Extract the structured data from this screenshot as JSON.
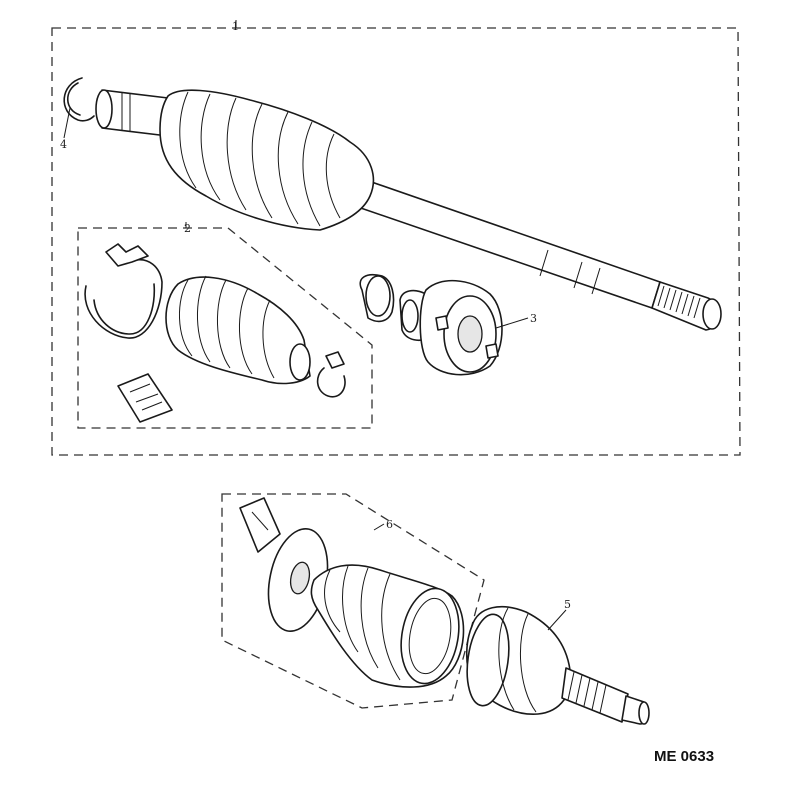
{
  "labels": {
    "item1": "1",
    "item2": "2",
    "item3": "3",
    "item4": "4",
    "item5": "5",
    "item6": "6"
  },
  "reference": "ME 0633"
}
